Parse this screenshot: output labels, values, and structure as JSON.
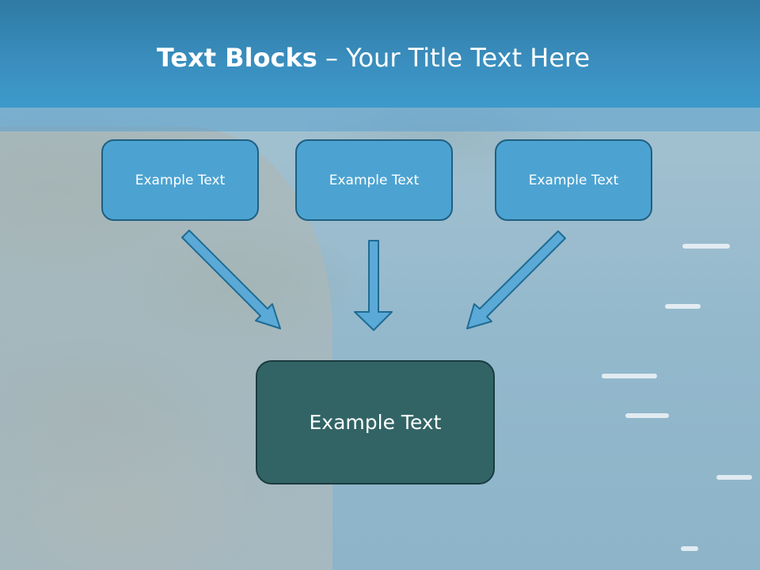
{
  "slide": {
    "title_bold": "Text Blocks",
    "title_separator": " – ",
    "title_rest": "Your Title Text Here"
  },
  "blocks": [
    {
      "label": "Example Text"
    },
    {
      "label": "Example Text"
    },
    {
      "label": "Example Text"
    }
  ],
  "result_block": {
    "label": "Example Text"
  },
  "colors": {
    "header": "#3a8fbf",
    "block_fill": "#4ca3d1",
    "block_border": "#1f5f82",
    "result_fill": "#326465",
    "arrow_fill": "#5aa9d6"
  }
}
